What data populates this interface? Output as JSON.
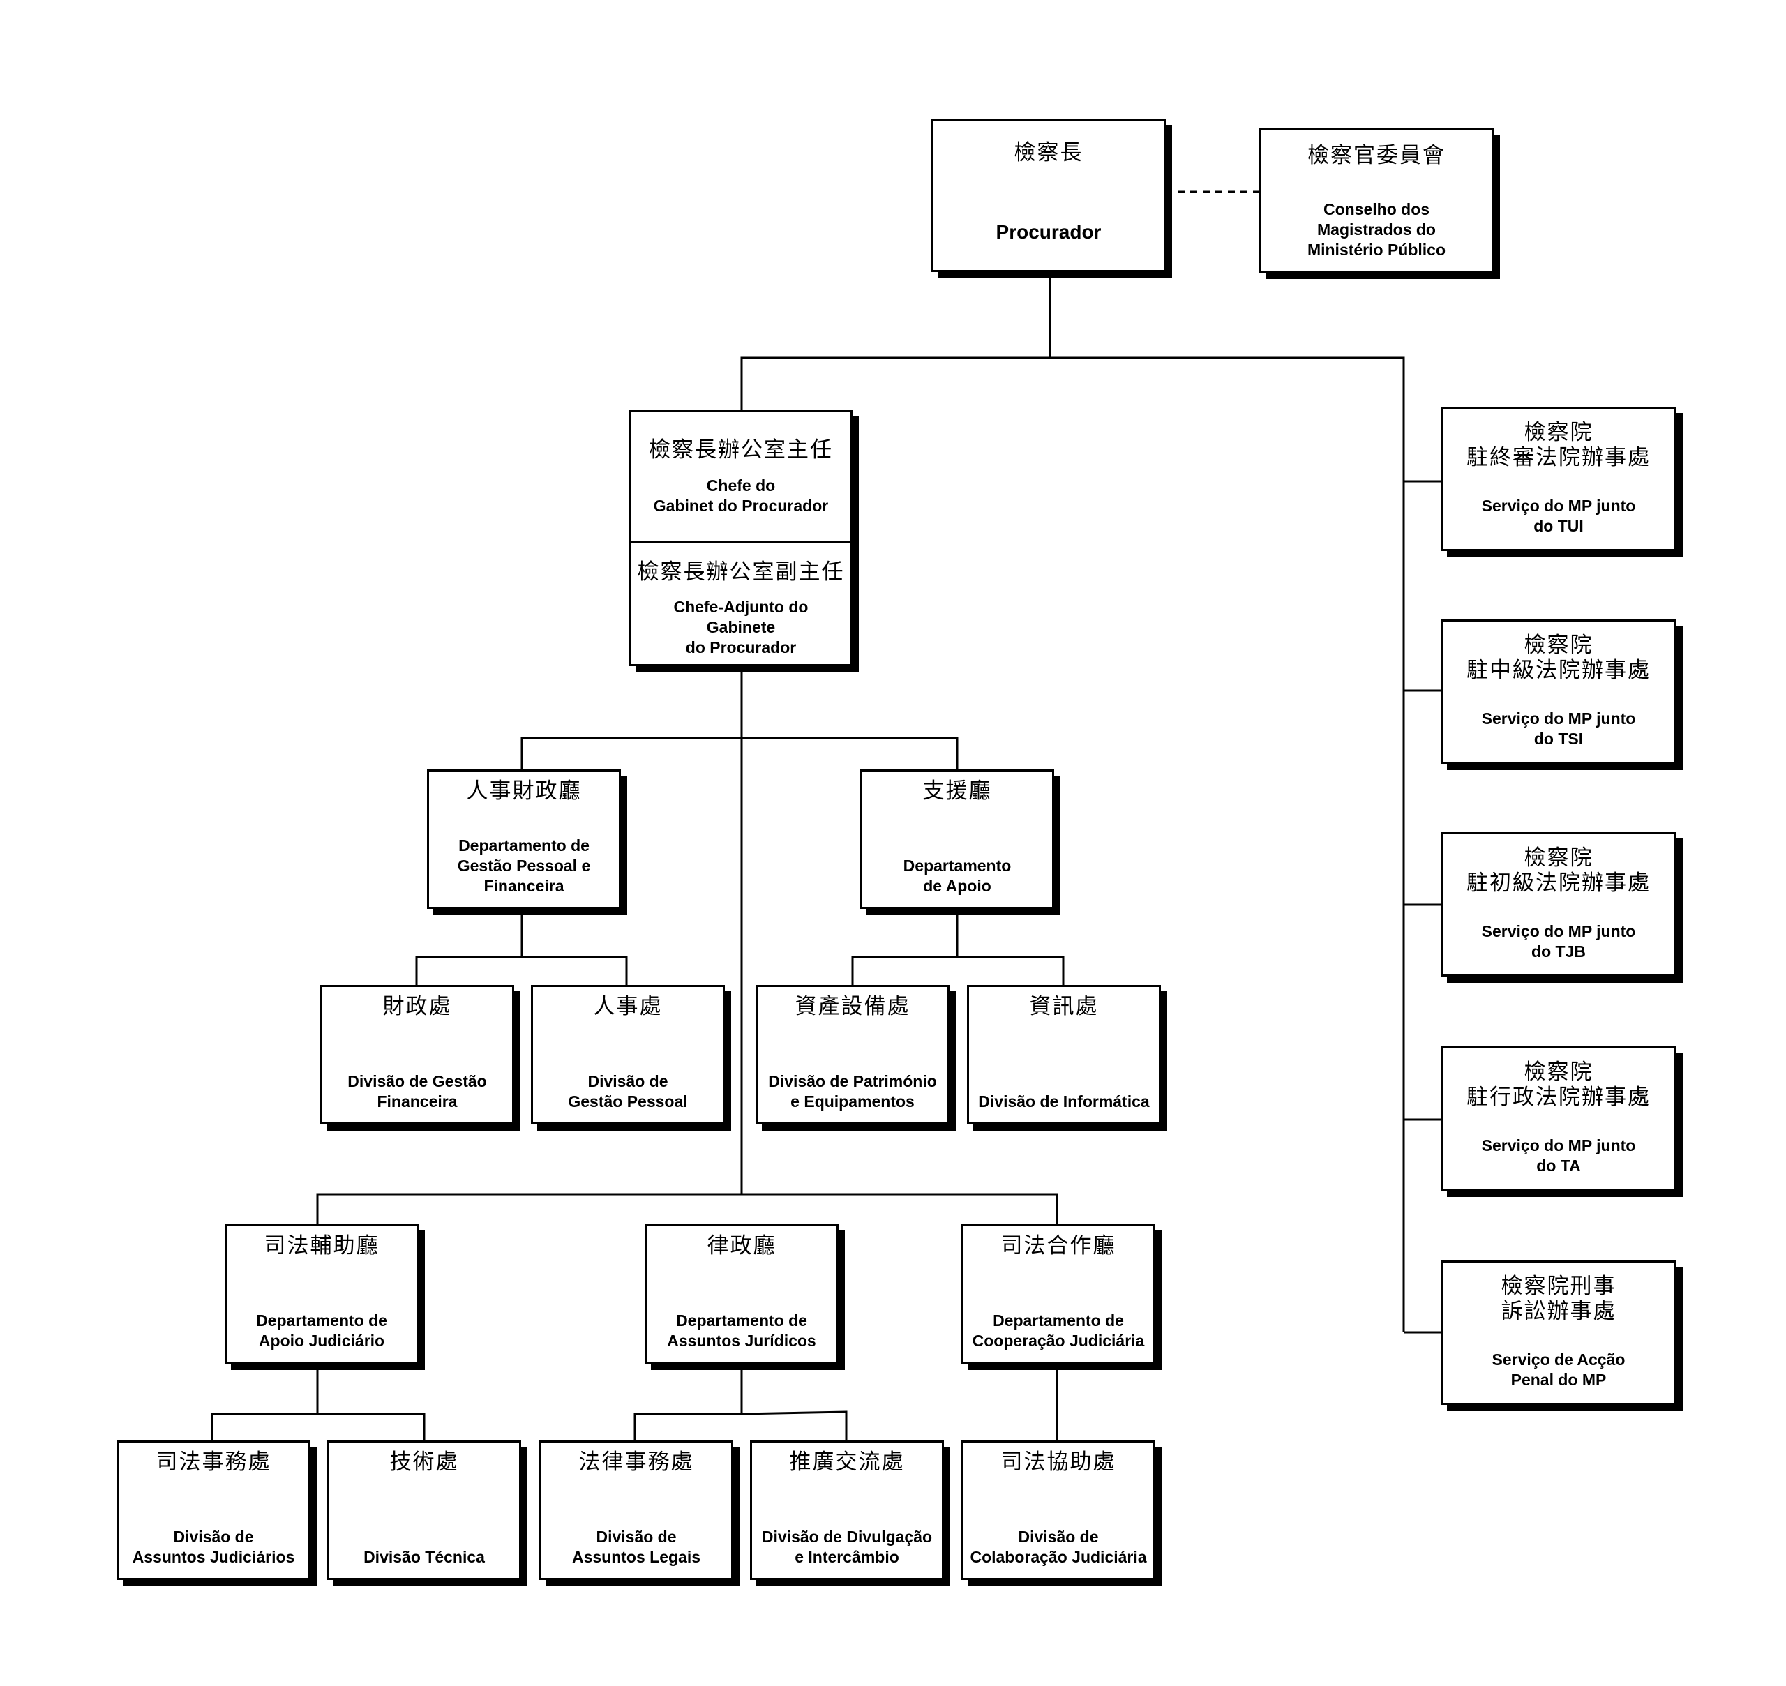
{
  "procurador": {
    "zh": "檢察長",
    "pt": "Procurador"
  },
  "conselho": {
    "zh": "檢察官委員會",
    "pt": "Conselho dos\nMagistrados do\nMinistério Público"
  },
  "gabinete": {
    "chefe": {
      "zh": "檢察長辦公室主任",
      "pt": "Chefe do\nGabinet do Procurador"
    },
    "adjunto": {
      "zh": "檢察長辦公室副主任",
      "pt": "Chefe-Adjunto do\nGabinete\ndo Procurador"
    }
  },
  "dgpf": {
    "zh": "人事財政廳",
    "pt": "Departamento de\nGestão Pessoal e\nFinanceira"
  },
  "dap": {
    "zh": "支援廳",
    "pt": "Departamento\nde Apoio"
  },
  "dgf": {
    "zh": "財政處",
    "pt": "Divisão de Gestão\nFinanceira"
  },
  "dgp": {
    "zh": "人事處",
    "pt": "Divisão de\nGestão Pessoal"
  },
  "dpe": {
    "zh": "資產設備處",
    "pt": "Divisão de Património\ne Equipamentos"
  },
  "di": {
    "zh": "資訊處",
    "pt": "Divisão de Informática"
  },
  "daj": {
    "zh": "司法輔助廳",
    "pt": "Departamento de\nApoio Judiciário"
  },
  "dajur": {
    "zh": "律政廳",
    "pt": "Departamento de\nAssuntos Jurídicos"
  },
  "dcj": {
    "zh": "司法合作廳",
    "pt": "Departamento de\nCooperação Judiciária"
  },
  "dasj": {
    "zh": "司法事務處",
    "pt": "Divisão de\nAssuntos Judiciários"
  },
  "dt": {
    "zh": "技術處",
    "pt": "Divisão Técnica"
  },
  "dal": {
    "zh": "法律事務處",
    "pt": "Divisão de\nAssuntos Legais"
  },
  "ddi": {
    "zh": "推廣交流處",
    "pt": "Divisão de Divulgação\ne Intercâmbio"
  },
  "dcoj": {
    "zh": "司法協助處",
    "pt": "Divisão de\nColaboração Judiciária"
  },
  "tui": {
    "zh": "檢察院\n駐終審法院辦事處",
    "pt": "Serviço do MP junto\ndo TUI"
  },
  "tsi": {
    "zh": "檢察院\n駐中級法院辦事處",
    "pt": "Serviço do MP junto\ndo TSI"
  },
  "tjb": {
    "zh": "檢察院\n駐初級法院辦事處",
    "pt": "Serviço do MP junto\ndo TJB"
  },
  "ta": {
    "zh": "檢察院\n駐行政法院辦事處",
    "pt": "Serviço do MP junto\ndo TA"
  },
  "apm": {
    "zh": "檢察院刑事\n訴訟辦事處",
    "pt": "Serviço de Acção\nPenal do MP"
  }
}
